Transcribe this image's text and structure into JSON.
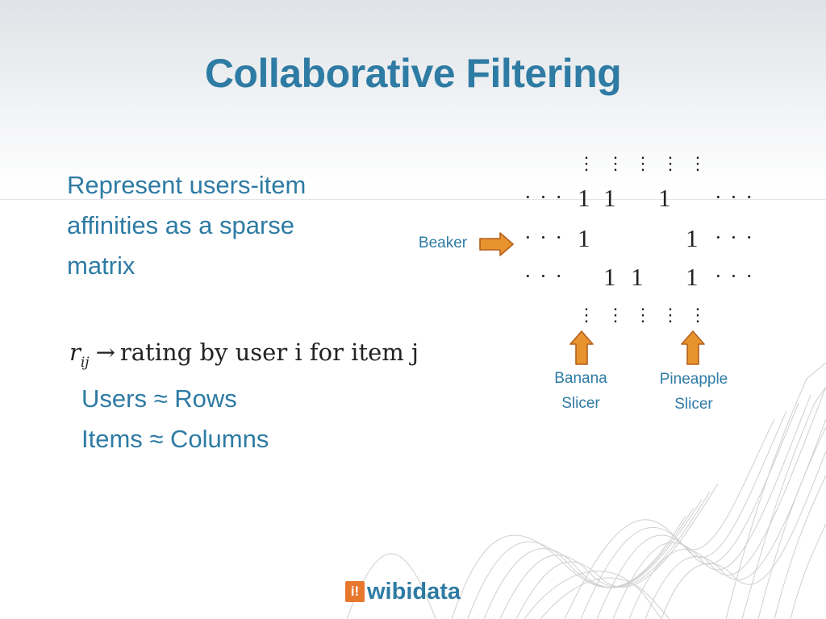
{
  "slide": {
    "title": "Collaborative Filtering",
    "body": {
      "line1": "Represent users-item",
      "line2": "affinities as a sparse",
      "line3": "matrix"
    },
    "formula": {
      "variable": "r",
      "subscript": "ij",
      "arrow": "→",
      "text": "rating by user i for item j"
    },
    "mapping": {
      "users": "Users ≈ Rows",
      "items": "Items ≈ Columns"
    },
    "matrix": {
      "vdot": "⋮",
      "hdots": "· · ·",
      "one": "1"
    },
    "labels": {
      "beaker": "Beaker",
      "banana_line1": "Banana",
      "banana_line2": "Slicer",
      "pineapple_line1": "Pineapple",
      "pineapple_line2": "Slicer"
    },
    "logo": {
      "mark": "i!",
      "wordmark": "wibidata"
    }
  },
  "colors": {
    "title": "#2e7ba4",
    "body_text": "#2e7ba4",
    "arrow_fill": "#e8932e",
    "arrow_stroke": "#b3601b",
    "logo_orange": "#e8772e"
  },
  "icons": [
    "right-arrow-icon",
    "up-arrow-icon",
    "wibidata-logo-icon"
  ]
}
